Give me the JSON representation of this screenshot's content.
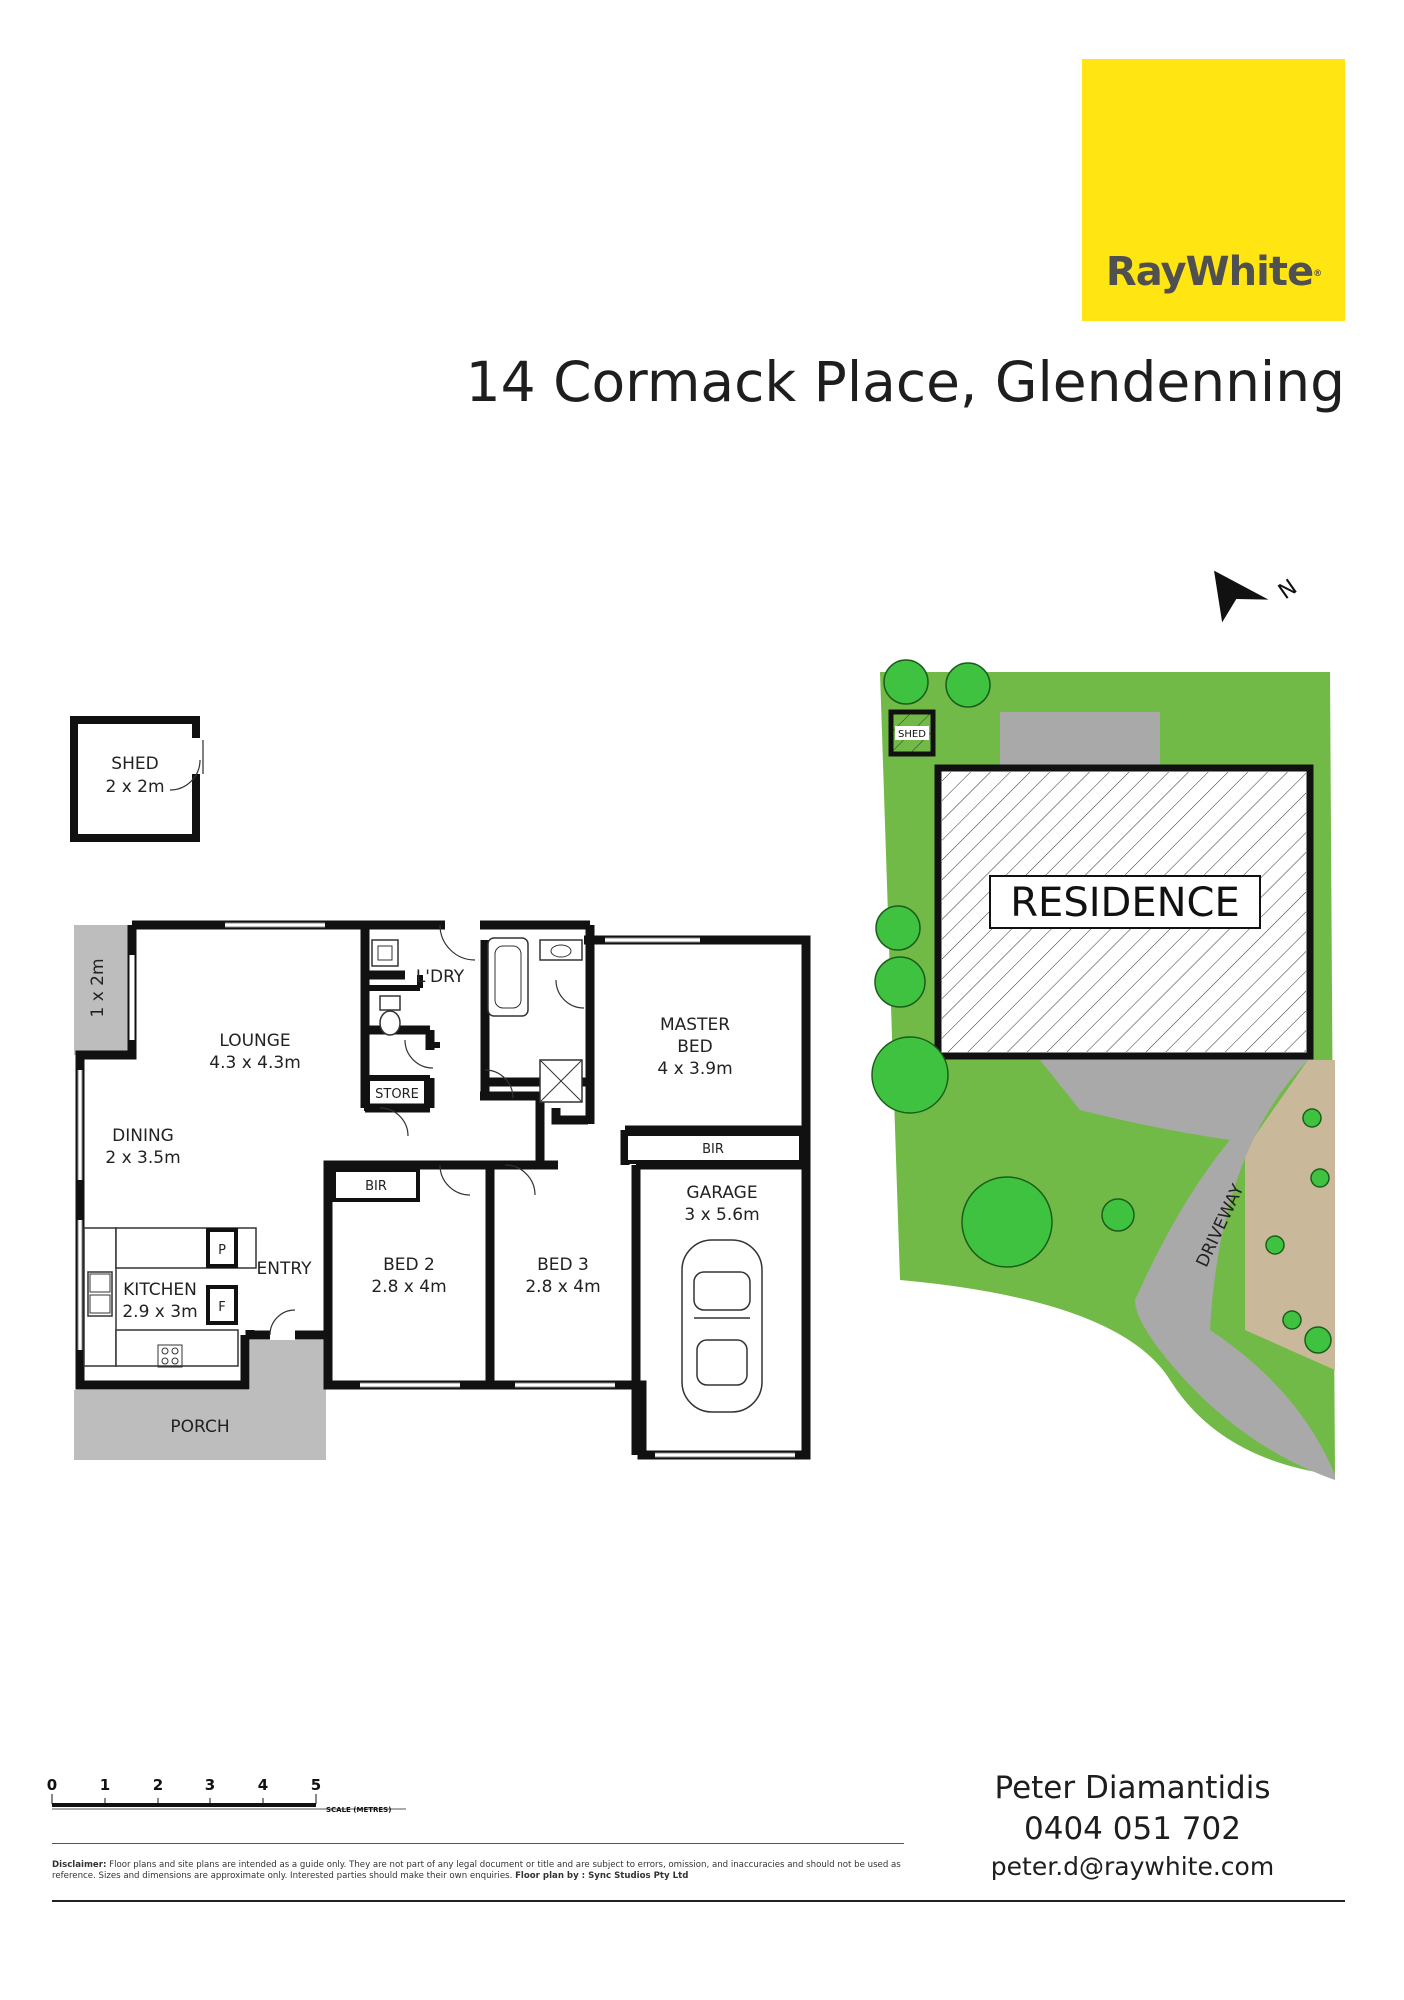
{
  "brand": {
    "name": "RayWhite",
    "tm": "®",
    "color": "#ffe512"
  },
  "address": "14 Cormack Place, Glendenning",
  "rooms": {
    "shed": {
      "name": "SHED",
      "size": "2 x 2m"
    },
    "balcony": {
      "name": "1 x 2m"
    },
    "lounge": {
      "name": "LOUNGE",
      "size": "4.3 x 4.3m"
    },
    "dining": {
      "name": "DINING",
      "size": "2 x 3.5m"
    },
    "kitchen": {
      "name": "KITCHEN",
      "size": "2.9 x 3m"
    },
    "laundry": {
      "name": "L'DRY"
    },
    "store": {
      "name": "STORE"
    },
    "master": {
      "name1": "MASTER",
      "name2": "BED",
      "size": "4 x 3.9m"
    },
    "bed2": {
      "name": "BED 2",
      "size": "2.8 x 4m"
    },
    "bed3": {
      "name": "BED 3",
      "size": "2.8 x 4m"
    },
    "garage": {
      "name": "GARAGE",
      "size": "3 x 5.6m"
    },
    "entry": {
      "name": "ENTRY"
    },
    "porch": {
      "name": "PORCH"
    },
    "bir": "BIR",
    "pantry": "P",
    "fridge": "F"
  },
  "site": {
    "residence": "RESIDENCE",
    "shed": "SHED",
    "driveway": "DRIVEWAY",
    "north": "N"
  },
  "scale": {
    "ticks": [
      "0",
      "1",
      "2",
      "3",
      "4",
      "5"
    ],
    "caption": "SCALE (METRES)"
  },
  "disclaimer": {
    "label": "Disclaimer:",
    "text": "Floor plans and site plans are intended as a guide only. They are not part of any legal document or title and are subject to errors, omission, and inaccuracies and should not be used as reference. Sizes and dimensions are approximate only. Interested parties should make their own enquiries.",
    "credit": "Floor plan by : Sync Studios Pty Ltd"
  },
  "agent": {
    "name": "Peter Diamantidis",
    "phone": "0404 051 702",
    "email": "peter.d@raywhite.com"
  }
}
